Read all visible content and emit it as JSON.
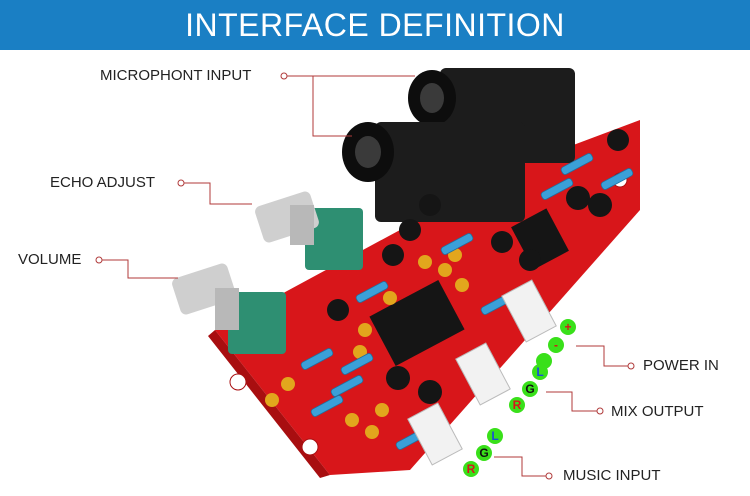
{
  "banner": {
    "title": "INTERFACE DEFINITION",
    "color": "#1a7fc4"
  },
  "labels": {
    "microphone_input": "MICROPHONT INPUT",
    "echo_adjust": "ECHO ADJUST",
    "volume": "VOLUME",
    "power_in": "POWER IN",
    "mix_output": "MIX OUTPUT",
    "music_input": "MUSIC INPUT"
  },
  "pins": {
    "power": [
      "+",
      "-",
      "—"
    ],
    "mix": [
      "L",
      "G",
      "R"
    ],
    "music": [
      "L",
      "G",
      "R"
    ]
  },
  "colors": {
    "board": "#d8161a",
    "pin_dot": "#39e01a",
    "leader": "#b03a3a"
  }
}
